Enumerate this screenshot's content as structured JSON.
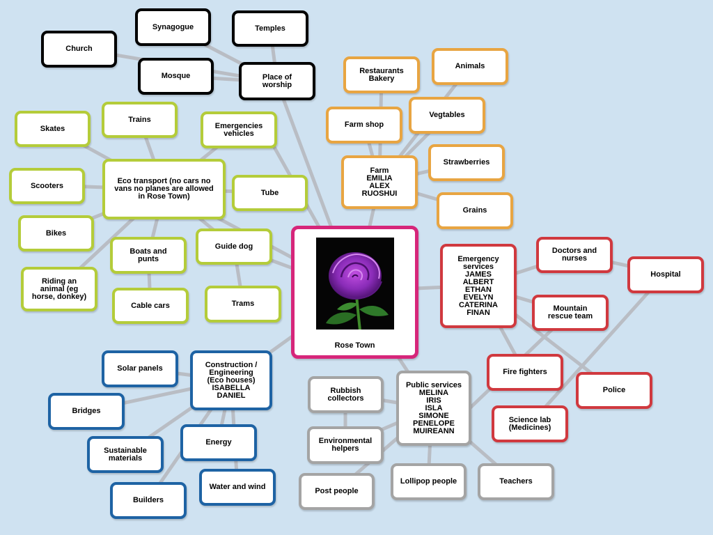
{
  "center": {
    "label": "Rose Town",
    "image_name": "purple-rose-image",
    "accent": "#d6267a"
  },
  "colors": {
    "background": "#cfe2f1",
    "connector": "#b9bdc4",
    "worship": "#000000",
    "transport": "#b4cc3a",
    "farm": "#e8a542",
    "emergency": "#d0393f",
    "construction": "#1e63a4",
    "public": "#a4a4a4"
  },
  "worship": {
    "hub": "Place of\nworship",
    "items": [
      "Church",
      "Synagogue",
      "Temples",
      "Mosque"
    ]
  },
  "transport": {
    "hub": "Eco transport (no cars no\nvans no planes are allowed\nin Rose Town)",
    "items": [
      "Skates",
      "Trains",
      "Emergencies\nvehicles",
      "Scooters",
      "Tube",
      "Bikes",
      "Boats and\npunts",
      "Guide dog",
      "Riding an\nanimal (eg\nhorse, donkey)",
      "Cable cars",
      "Trams"
    ]
  },
  "farm": {
    "hub": "Farm\nEMILIA\nALEX\nRUOSHUI",
    "items": [
      "Restaurants\nBakery",
      "Animals",
      "Farm shop",
      "Vegtables",
      "Strawberries",
      "Grains"
    ]
  },
  "emergency": {
    "hub": "Emergency\nservices\nJAMES\nALBERT\nETHAN\nEVELYN\nCATERINA\nFINAN",
    "items": [
      "Doctors and\nnurses",
      "Hospital",
      "Mountain\nrescue team",
      "Fire fighters",
      "Police",
      "Science lab\n(Medicines)"
    ]
  },
  "construction": {
    "hub": "Construction /\nEngineering\n(Eco houses)\nISABELLA\nDANIEL",
    "items": [
      "Solar panels",
      "Bridges",
      "Sustainable\nmaterials",
      "Energy",
      "Builders",
      "Water and wind"
    ]
  },
  "public": {
    "hub": "Public services\nMELINA\nIRIS\nISLA\nSIMONE\nPENELOPE\nMUIREANN",
    "items": [
      "Rubbish\ncollectors",
      "Environmental\nhelpers",
      "Post people",
      "Lollipop people",
      "Teachers"
    ]
  }
}
